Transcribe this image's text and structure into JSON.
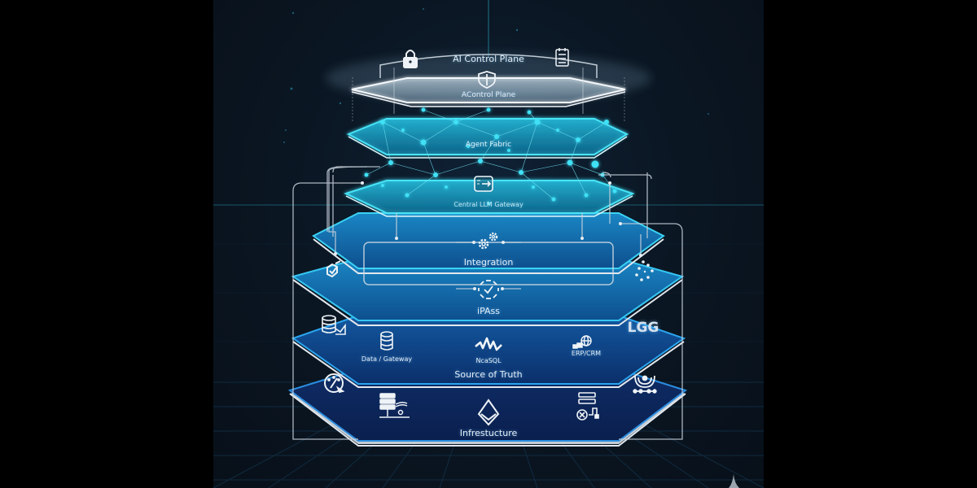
{
  "diagram": {
    "layers": [
      {
        "id": "ai-control-plane",
        "label": "AI Control Plane",
        "sublabel": "ΑControl Plane",
        "style": "white-glass",
        "icons": [
          "lock-icon",
          "shield-icon",
          "clipboard-checklist-icon"
        ]
      },
      {
        "id": "agent-fabric",
        "label": "Agent Fabric",
        "style": "cyan-glow",
        "icons": [
          "neural-network-nodes"
        ]
      },
      {
        "id": "central-llm-gateway",
        "label": "Central LLM Gateway",
        "style": "cyan-glow",
        "icons": [
          "gateway-code-arrow-icon"
        ]
      },
      {
        "id": "integration",
        "label": "Integration",
        "style": "blue",
        "icons": [
          "gears-icon"
        ]
      },
      {
        "id": "ipaas",
        "label": "iPAss",
        "style": "blue",
        "icons": [
          "sync-check-icon",
          "connector-nodes-icon",
          "puzzle-network-icon"
        ]
      },
      {
        "id": "source-of-truth",
        "label": "Source of Truth",
        "style": "dark-blue",
        "items": [
          {
            "label": "Data / Gateway",
            "icon": "database-icon"
          },
          {
            "label": "NcaSQL",
            "icon": "waveform-icon"
          },
          {
            "label": "ERP/CRM",
            "icon": "globe-boxes-icon"
          }
        ],
        "side_icons": [
          "database-stream-icon",
          "lgg-logo"
        ]
      },
      {
        "id": "infrastructure",
        "label": "Infrestucture",
        "style": "navy",
        "items": [
          {
            "label": "",
            "icon": "server-network-icon"
          },
          {
            "label": "",
            "icon": "diamond-layers-icon"
          },
          {
            "label": "",
            "icon": "server-error-icon"
          }
        ],
        "side_icons": [
          "gauge-cursor-icon",
          "orbit-network-icon"
        ]
      }
    ],
    "logo_text": "LGG",
    "colors": {
      "background": "#0b1724",
      "cyan_glow": "#2fd6f0",
      "blue_layer": "#1474b8",
      "dark_layer": "#0d3a78",
      "navy_layer": "#0a2458",
      "edge_white": "#e6ecf2",
      "connector": "#c8d2dc"
    }
  }
}
